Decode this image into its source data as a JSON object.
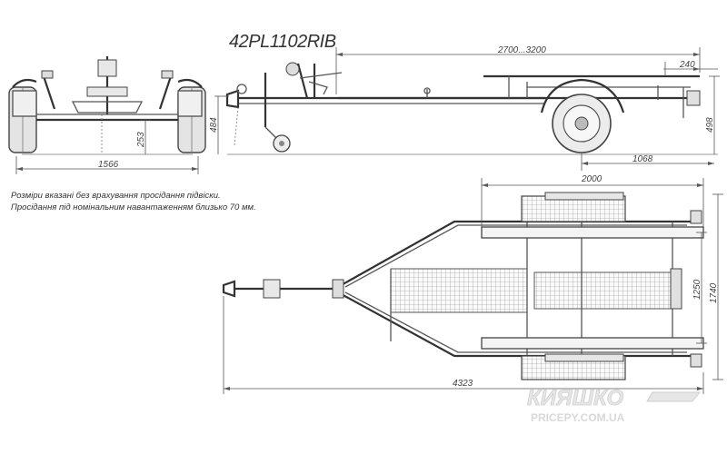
{
  "model": "42PL1102RIB",
  "notes": {
    "line1": "Розміри вказані без врахування просідання підвіски.",
    "line2": "Просідання під номінальним навантаженням близько 70 мм."
  },
  "dimensions": {
    "front_width": "1566",
    "front_axle_height": "253",
    "side_hitch_height": "484",
    "side_deck_length": "2700...3200",
    "side_rear_overhang": "240",
    "side_total_height": "498",
    "side_rear_to_axle": "1068",
    "top_deck_length": "2000",
    "top_width_inner": "1250",
    "top_width_outer": "1740",
    "top_total_length": "4323"
  },
  "watermark": {
    "brand": "КИЯШКО",
    "site": "PRICEPY.COM.UA"
  }
}
